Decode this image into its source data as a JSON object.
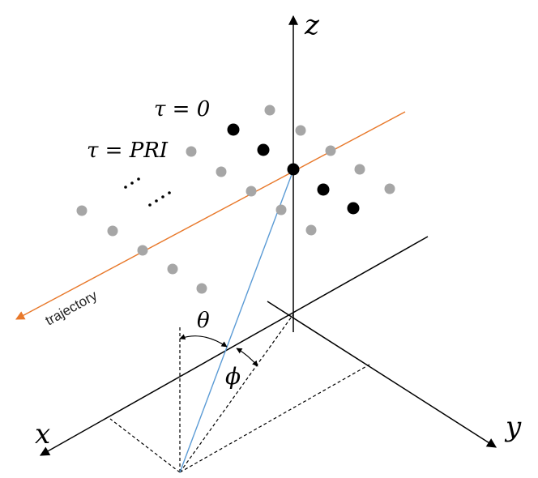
{
  "axes": {
    "z_label": "z",
    "x_label": "x",
    "y_label": "y"
  },
  "labels": {
    "tau_zero": "τ = 0",
    "tau_pri": "τ = PRI",
    "trajectory": "trajectory",
    "theta": "θ",
    "phi": "ϕ"
  },
  "colors": {
    "trajectory": "#e8782a",
    "line_of_sight": "#5b9bd5",
    "active_dot": "#000000",
    "inactive_dot": "#a6a6a6",
    "axis": "#000000"
  }
}
